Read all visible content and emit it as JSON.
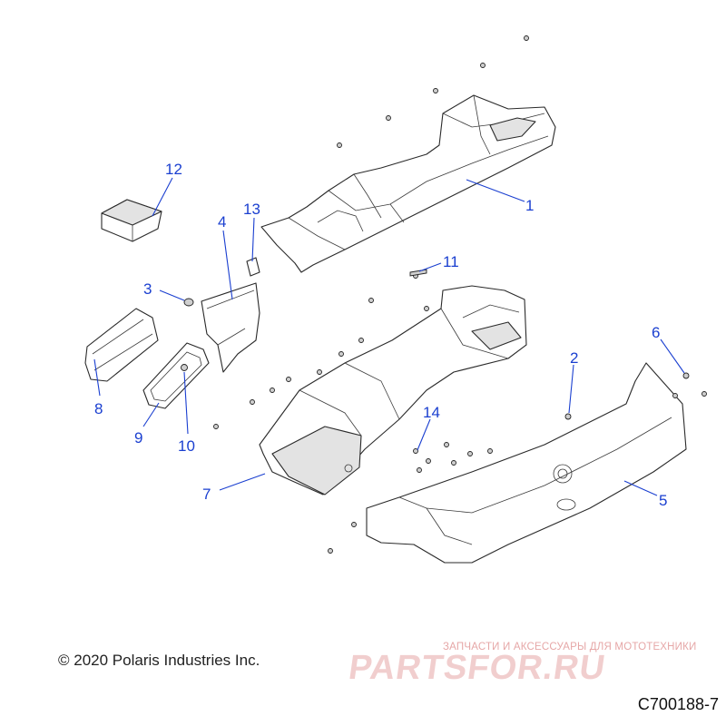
{
  "callouts": [
    "1",
    "2",
    "3",
    "4",
    "5",
    "6",
    "7",
    "8",
    "9",
    "10",
    "11",
    "12",
    "13",
    "14"
  ],
  "copyright": "© 2020 Polaris Industries Inc.",
  "diagram_code": "C700188-7",
  "watermark": {
    "tagline": "ЗАПЧАСТИ И АКСЕССУАРЫ ДЛЯ МОТОТЕХНИКИ",
    "logo_text": "PARTSFOR.RU",
    "color": "#e6a7a7"
  },
  "colors": {
    "callout": "#1a3fd0",
    "line": "#2a2a2a"
  }
}
